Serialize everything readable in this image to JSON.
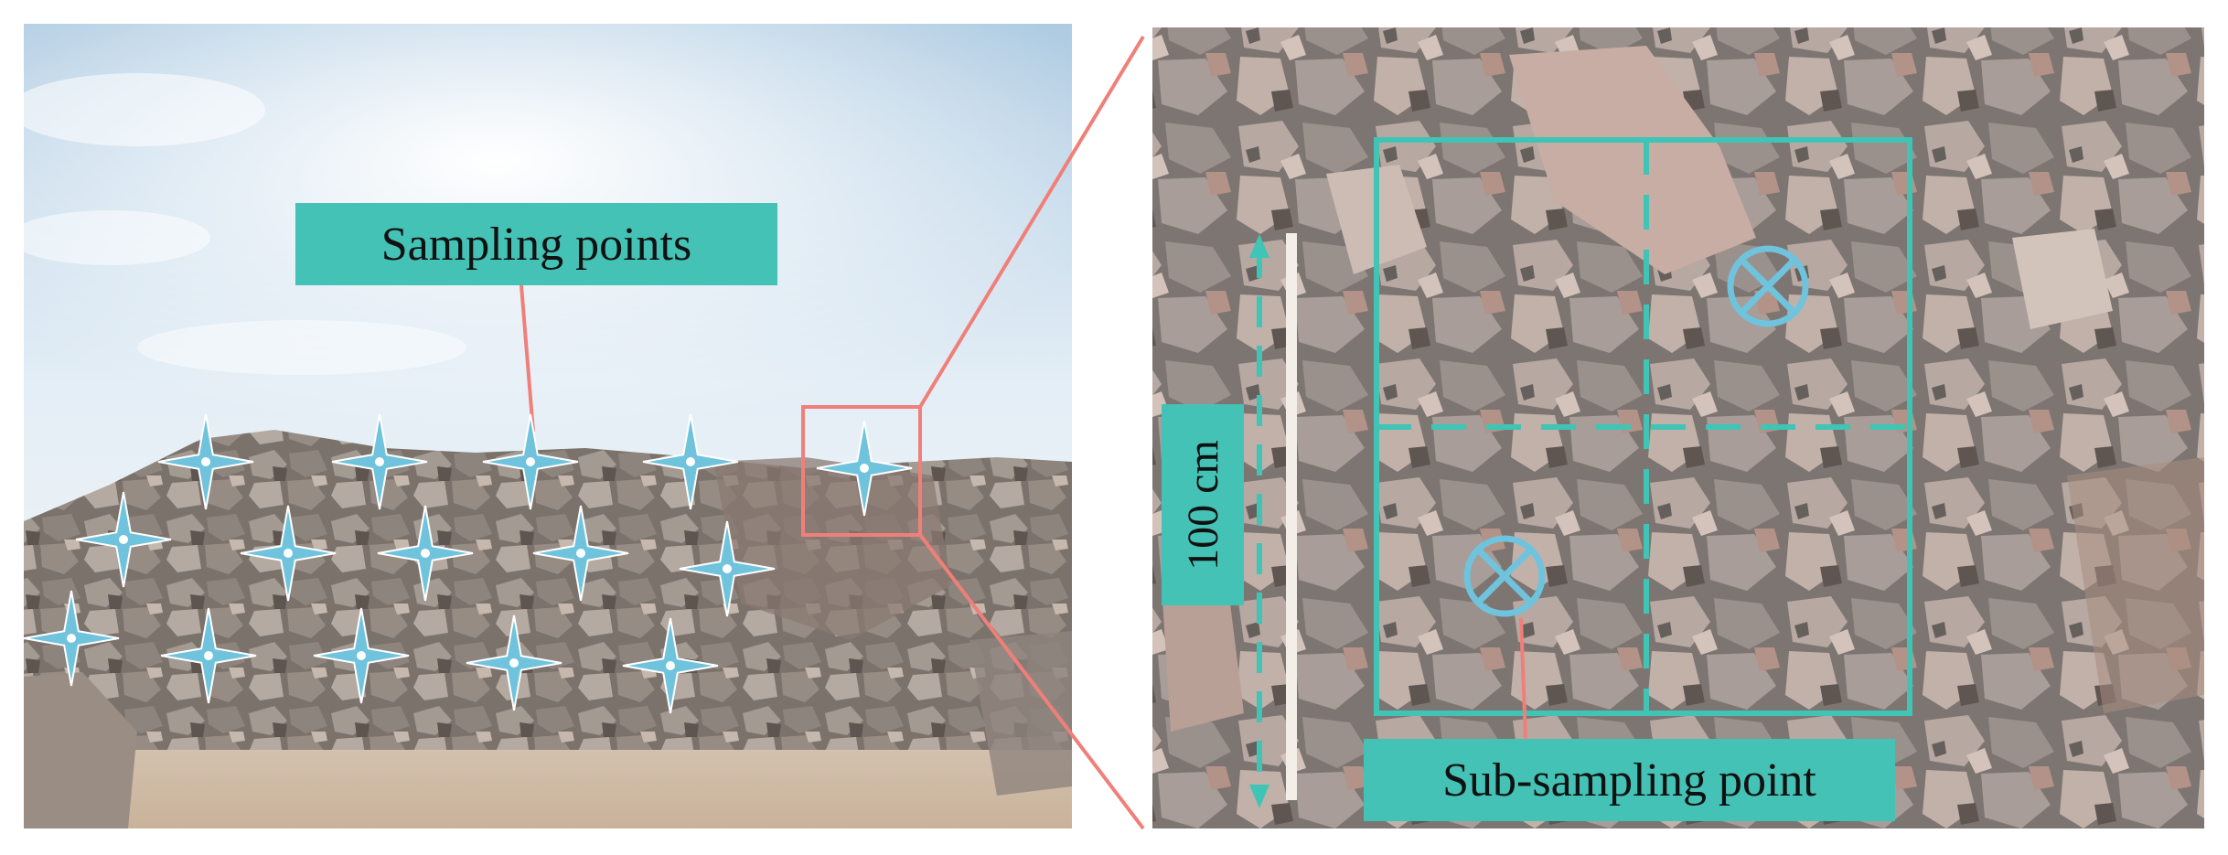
{
  "labels": {
    "sampling_points": "Sampling points",
    "sub_sampling_point": "Sub-sampling point",
    "scale": "100 cm"
  },
  "colors": {
    "teal_label": "#44c2b6",
    "star_blue": "#6fc3dc",
    "zoom_red": "#f07f7a",
    "grid_teal": "#3fc4b6"
  },
  "icons": {
    "sampling_marker": "four-point-star-icon",
    "sub_sampling_marker": "circled-x-icon"
  }
}
